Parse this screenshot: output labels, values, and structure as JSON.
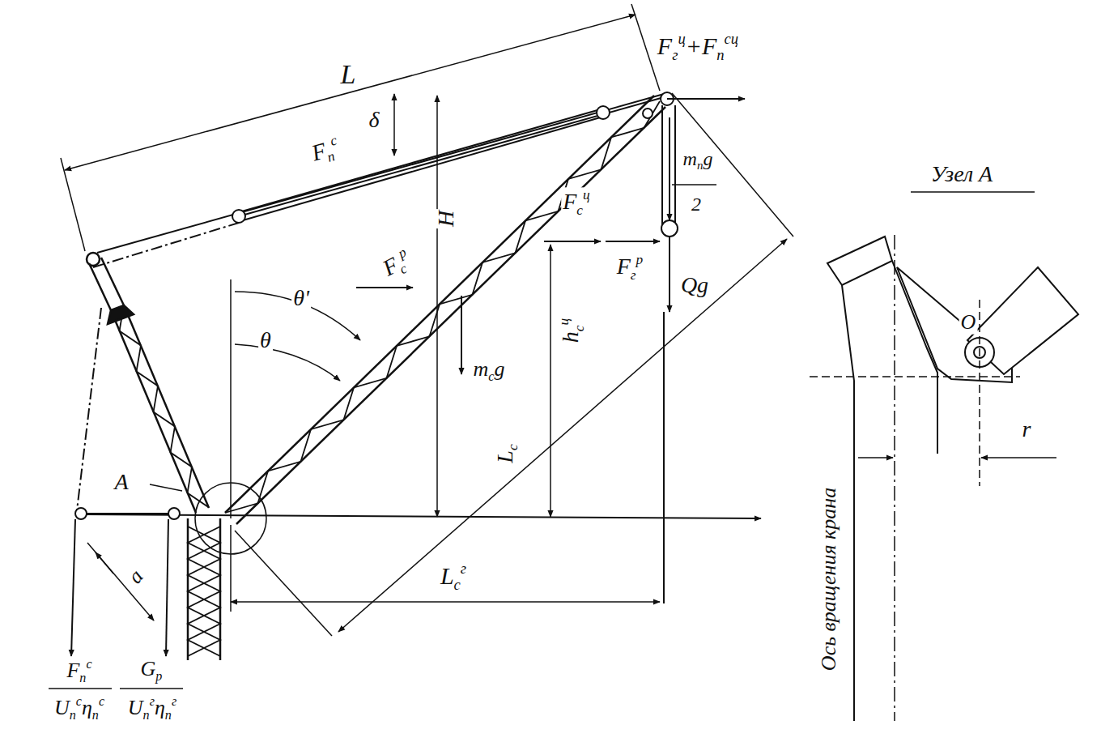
{
  "diagram": {
    "labels": [
      "L",
      "Fгц+Fпсц",
      "δ",
      "Fпс",
      "H",
      "mпg",
      "2",
      "Fсц",
      "Fср",
      "Fгр",
      "Qg",
      "θ'",
      "θ",
      "mсg",
      "hсц",
      "Lс",
      "A",
      "a",
      "Lсг",
      "Fпс",
      "Uпсηпс",
      "Gр",
      "Uпгηпг",
      "Узел А",
      "O",
      "r",
      "Ось вращения крана"
    ]
  }
}
